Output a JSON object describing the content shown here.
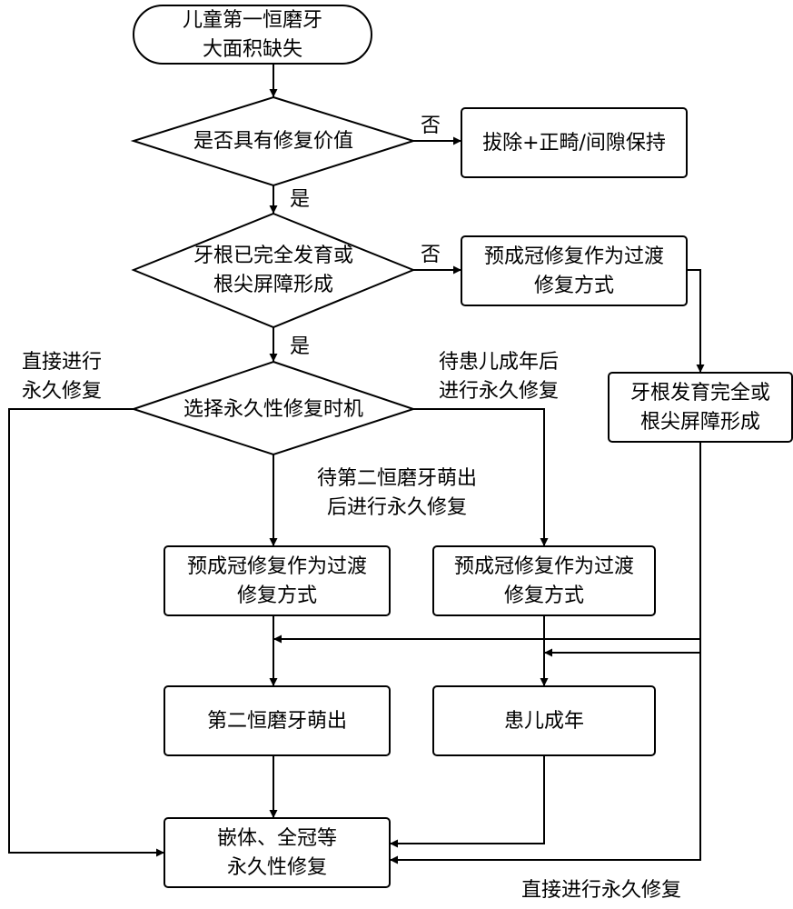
{
  "nodes": {
    "start": {
      "lines": [
        "儿童第一恒磨牙",
        "大面积缺失"
      ]
    },
    "decision_value": {
      "lines": [
        "是否具有修复价值"
      ]
    },
    "extract": {
      "lines": [
        "拔除+正畸/间隙保持"
      ]
    },
    "decision_root": {
      "lines": [
        "牙根已完全发育或",
        "根尖屏障形成"
      ]
    },
    "crown_transition_top": {
      "lines": [
        "预成冠修复作为过渡",
        "修复方式"
      ]
    },
    "decision_timing": {
      "lines": [
        "选择永久性修复时机"
      ]
    },
    "root_formed": {
      "lines": [
        "牙根发育完全或",
        "根尖屏障形成"
      ]
    },
    "crown_transition_left": {
      "lines": [
        "预成冠修复作为过渡",
        "修复方式"
      ]
    },
    "crown_transition_right": {
      "lines": [
        "预成冠修复作为过渡",
        "修复方式"
      ]
    },
    "second_molar": {
      "lines": [
        "第二恒磨牙萌出"
      ]
    },
    "adult": {
      "lines": [
        "患儿成年"
      ]
    },
    "permanent": {
      "lines": [
        "嵌体、全冠等",
        "永久性修复"
      ]
    }
  },
  "edge_labels": {
    "no_value": "否",
    "yes_value": "是",
    "no_root": "否",
    "yes_root": "是",
    "direct_left": [
      "直接进行",
      "永久修复"
    ],
    "wait_adult": [
      "待患儿成年后",
      "进行永久修复"
    ],
    "wait_second_molar": [
      "待第二恒磨牙萌出",
      "后进行永久修复"
    ],
    "direct_bottom": [
      "直接进行永久修复"
    ]
  }
}
